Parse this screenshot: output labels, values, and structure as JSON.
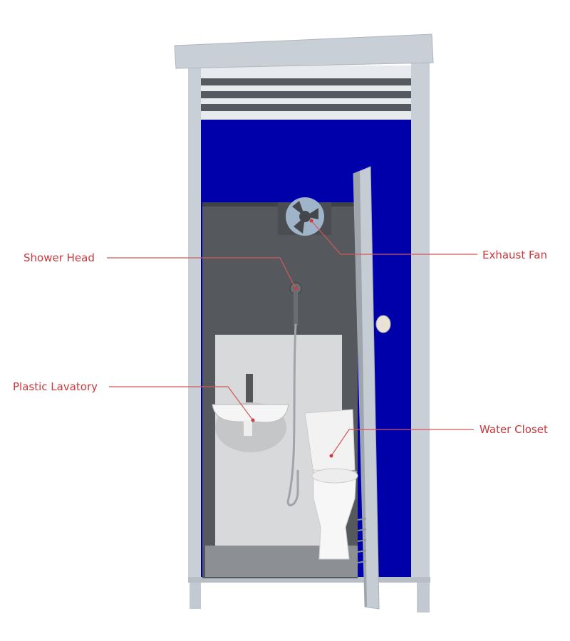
{
  "title": "Portable Toilet Cabin",
  "labels": {
    "shower_head": "Shower Head",
    "exhaust_fan": "Exhaust Fan",
    "plastic_lavatory": "Plastic Lavatory",
    "water_closet": "Water Closet"
  },
  "colors": {
    "label": "#c8383c",
    "panel_blue": "#0000aa",
    "frame": "#c9cfd6",
    "interior": "#55595d"
  }
}
